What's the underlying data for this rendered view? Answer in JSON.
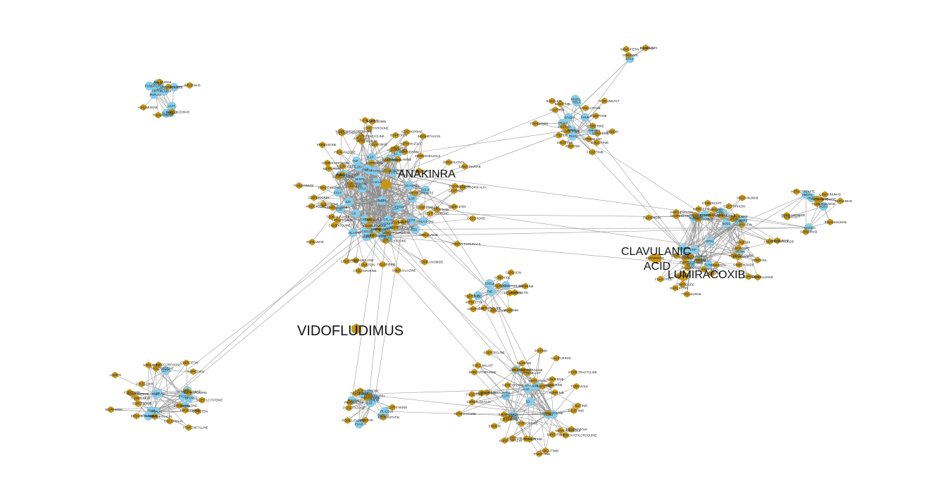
{
  "colors": {
    "gene": "#87ceeb",
    "drug": "#c9960f",
    "edge": "#8a8a8a"
  },
  "highlighted_drugs": [
    {
      "id": "anakinra",
      "label": "ANAKINRA"
    },
    {
      "id": "vidofludimus",
      "label": "VIDOFLUDIMUS"
    },
    {
      "id": "clavulanic",
      "label": "CLAVULANIC\nACID"
    },
    {
      "id": "lumiracoxib",
      "label": "LUMIRACOXIB"
    }
  ],
  "genes": [
    {
      "id": "CEPT1",
      "label": "CEPT1"
    },
    {
      "id": "PLB1",
      "label": "PLB1"
    },
    {
      "id": "GPCPD1",
      "label": "GPCPD1"
    },
    {
      "id": "PNPLA7",
      "label": "PNPLA7"
    },
    {
      "id": "LYPLA1",
      "label": "LYPLA1"
    },
    {
      "id": "LYPLA2",
      "label": "LYPLA2"
    },
    {
      "id": "PLA2G6",
      "label": "PLA2G6"
    },
    {
      "id": "PNPLA8",
      "label": "PNPLA8"
    },
    {
      "id": "PLA2G4",
      "label": "PLA2G4"
    },
    {
      "id": "PLA2G15",
      "label": "PLA2G15"
    },
    {
      "id": "LCAT",
      "label": "LCAT"
    },
    {
      "id": "ANAKINRA",
      "label": "ANAKINRA"
    },
    {
      "id": "IL1B",
      "label": "IL1B"
    },
    {
      "id": "IL1R1",
      "label": "IL1R1"
    },
    {
      "id": "IL1R2",
      "label": "IL1R2"
    },
    {
      "id": "IL6",
      "label": "IL6"
    },
    {
      "id": "IL6R",
      "label": "IL6R"
    },
    {
      "id": "IL10",
      "label": "IL10"
    },
    {
      "id": "IL2",
      "label": "IL2"
    },
    {
      "id": "IL4",
      "label": "IL4"
    },
    {
      "id": "IL17A",
      "label": "IL17A"
    },
    {
      "id": "IL17F",
      "label": "IL17F"
    },
    {
      "id": "IL23A",
      "label": "IL23A"
    },
    {
      "id": "IL18",
      "label": "IL18"
    },
    {
      "id": "TNF",
      "label": "TNF"
    },
    {
      "id": "CXCL8",
      "label": "CXCL8"
    },
    {
      "id": "CCL2",
      "label": "CCL2"
    },
    {
      "id": "CCL5",
      "label": "CCL5"
    },
    {
      "id": "CXCL10",
      "label": "CXCL10"
    },
    {
      "id": "CXCL12",
      "label": "CXCL12"
    },
    {
      "id": "CXCR4",
      "label": "CXCR4"
    },
    {
      "id": "CCR2",
      "label": "CCR2"
    },
    {
      "id": "CCL3",
      "label": "CCL3"
    },
    {
      "id": "CCL4",
      "label": "CCL4"
    },
    {
      "id": "STAT3",
      "label": "STAT3"
    },
    {
      "id": "JUN",
      "label": "JUN"
    },
    {
      "id": "FOS",
      "label": "FOS"
    },
    {
      "id": "CASP1",
      "label": "CASP1"
    },
    {
      "id": "NLRP3",
      "label": "NLRP3"
    },
    {
      "id": "PTGS2",
      "label": "PTGS2"
    },
    {
      "id": "CD4",
      "label": "CD4"
    },
    {
      "id": "CD8A",
      "label": "CD8A"
    },
    {
      "id": "PTPRC",
      "label": "PTPRC"
    },
    {
      "id": "LCK",
      "label": "LCK"
    },
    {
      "id": "HLA-DRB1",
      "label": "HLA-DRB1"
    },
    {
      "id": "HLA-DQA1",
      "label": "HLA-DQA1"
    },
    {
      "id": "HLA-DRA",
      "label": "HLA-DRA"
    },
    {
      "id": "CTLA4",
      "label": "CTLA4"
    },
    {
      "id": "IFNG",
      "label": "IFNG"
    },
    {
      "id": "CD28",
      "label": "CD28"
    },
    {
      "id": "PDCD1",
      "label": "PDCD1"
    },
    {
      "id": "MAPK1",
      "label": "MAPK1"
    },
    {
      "id": "NFKB1",
      "label": "NFKB1"
    },
    {
      "id": "RELA",
      "label": "RELA"
    },
    {
      "id": "IKBKB",
      "label": "IKBKB"
    },
    {
      "id": "CHUK",
      "label": "CHUK"
    },
    {
      "id": "NFKBIA",
      "label": "NFKBIA"
    },
    {
      "id": "TRAF6",
      "label": "TRAF6"
    },
    {
      "id": "TRAF2",
      "label": "TRAF2"
    },
    {
      "id": "TNFAIP3",
      "label": "TNFAIP3"
    },
    {
      "id": "TNFRSF1A",
      "label": "TNFRSF1A"
    },
    {
      "id": "VCAM1",
      "label": "VCAM1"
    },
    {
      "id": "ICAM1",
      "label": "ICAM1"
    },
    {
      "id": "SELE",
      "label": "SELE"
    },
    {
      "id": "MMP9",
      "label": "MMP9"
    },
    {
      "id": "LTA",
      "label": "LTA"
    },
    {
      "id": "LTB",
      "label": "LTB"
    },
    {
      "id": "CD40",
      "label": "CD40"
    },
    {
      "id": "CD40LG",
      "label": "CD40LG"
    },
    {
      "id": "TLR4",
      "label": "TLR4"
    },
    {
      "id": "MYD88",
      "label": "MYD88"
    },
    {
      "id": "CRP",
      "label": "CRP"
    },
    {
      "id": "SOD1",
      "label": "SOD1"
    },
    {
      "id": "SOD2",
      "label": "SOD2"
    },
    {
      "id": "CAT",
      "label": "CAT"
    },
    {
      "id": "GPX1",
      "label": "GPX1"
    },
    {
      "id": "NQO1",
      "label": "NQO1"
    },
    {
      "id": "HMOX1",
      "label": "HMOX1"
    },
    {
      "id": "AKT1",
      "label": "AKT1"
    },
    {
      "id": "DHODH",
      "label": "DHODH"
    },
    {
      "id": "PTGS1",
      "label": "PTGS1"
    },
    {
      "id": "ALOX5",
      "label": "ALOX5"
    },
    {
      "id": "PPARG",
      "label": "PPARG"
    },
    {
      "id": "TSHR",
      "label": "TSHR"
    },
    {
      "id": "TPO",
      "label": "TPO"
    }
  ],
  "drugs": [
    {
      "id": "d1",
      "label": "BELIMUMAB"
    },
    {
      "id": "d2",
      "label": "TOCILIZUMAB"
    },
    {
      "id": "d3",
      "label": "INFLIXIMAB"
    },
    {
      "id": "d4",
      "label": "ADALIMUMAB"
    },
    {
      "id": "d5",
      "label": "ETANERCEPT"
    },
    {
      "id": "d6",
      "label": "CERTOLIZUMAB"
    },
    {
      "id": "d7",
      "label": "GOLIMUMAB"
    },
    {
      "id": "d8",
      "label": "RITUXIMAB"
    },
    {
      "id": "d9",
      "label": "ABATACEPT"
    },
    {
      "id": "d10",
      "label": "SECUKINUMAB"
    },
    {
      "id": "d11",
      "label": "IXEKIZUMAB"
    },
    {
      "id": "d12",
      "label": "BRODALUMAB"
    },
    {
      "id": "d13",
      "label": "USTEKINUMAB"
    },
    {
      "id": "d14",
      "label": "GUSELKUMAB"
    },
    {
      "id": "d15",
      "label": "TILDRAKIZUMAB"
    },
    {
      "id": "d16",
      "label": "RISANKIZUMAB"
    },
    {
      "id": "d17",
      "label": "CANAKINUMAB"
    },
    {
      "id": "d18",
      "label": "RILONACEPT"
    },
    {
      "id": "d19",
      "label": "SARILUMAB"
    },
    {
      "id": "d20",
      "label": "SILTUXIMAB"
    },
    {
      "id": "d21",
      "label": "DUPILUMAB"
    },
    {
      "id": "d22",
      "label": "METHOTREXATE"
    },
    {
      "id": "d23",
      "label": "LEFLUNOMIDE"
    },
    {
      "id": "d24",
      "label": "TERIFLUNOMIDE"
    },
    {
      "id": "d25",
      "label": "CYCLOSPORINE"
    },
    {
      "id": "d26",
      "label": "TACROLIMUS"
    },
    {
      "id": "d27",
      "label": "SIROLIMUS"
    },
    {
      "id": "d28",
      "label": "DEXAMETHASONE"
    },
    {
      "id": "d29",
      "label": "PREDNISOLONE"
    },
    {
      "id": "d30",
      "label": "HYDROCORTISONE"
    },
    {
      "id": "d31",
      "label": "CURCUMIN"
    },
    {
      "id": "d32",
      "label": "RESVERATROL"
    },
    {
      "id": "d33",
      "label": "QUERCETIN"
    },
    {
      "id": "d34",
      "label": "GENISTEIN"
    },
    {
      "id": "d35",
      "label": "BORTEZOMIB"
    },
    {
      "id": "d36",
      "label": "THALIDOMIDE"
    },
    {
      "id": "d37",
      "label": "PENTOXIFYLLINE"
    },
    {
      "id": "d38",
      "label": "SULFASALAZINE"
    },
    {
      "id": "d39",
      "label": "MESALAMINE"
    },
    {
      "id": "d40",
      "label": "CELECOXIB"
    },
    {
      "id": "d41",
      "label": "IBUPROFEN"
    },
    {
      "id": "d42",
      "label": "NAPROXEN"
    },
    {
      "id": "d43",
      "label": "INDOMETHACIN"
    },
    {
      "id": "d44",
      "label": "DICLOFENAC"
    },
    {
      "id": "d45",
      "label": "ASPIRIN"
    },
    {
      "id": "d46",
      "label": "ACETYLCYSTEINE"
    },
    {
      "id": "d47",
      "label": "GLUTATHIONE"
    },
    {
      "id": "d48",
      "label": "TESTOSTERONE"
    },
    {
      "id": "d49",
      "label": "PREDNISONE"
    },
    {
      "id": "d50",
      "label": "LECITHIN"
    },
    {
      "id": "d51",
      "label": "TICLOPIDINE"
    },
    {
      "id": "d52",
      "label": "CLOPIDOGREL"
    },
    {
      "id": "d53",
      "label": "ATORVASTATIN"
    },
    {
      "id": "d54",
      "label": "SIMVASTATIN"
    },
    {
      "id": "d55",
      "label": "PIOGLITAZONE"
    },
    {
      "id": "d56",
      "label": "ROSIGLITAZONE"
    },
    {
      "id": "d57",
      "label": "METFORMIN"
    },
    {
      "id": "d58",
      "label": "ALLOPURINOL"
    },
    {
      "id": "d59",
      "label": "COLCHICINE"
    },
    {
      "id": "d60",
      "label": "AZATHIOPRINE"
    },
    {
      "id": "d61",
      "label": "MERCAPTOPURINE"
    },
    {
      "id": "d62",
      "label": "HYDROXYCHLOROQUINE"
    },
    {
      "id": "d63",
      "label": "CHLOROQUINE"
    },
    {
      "id": "d64",
      "label": "DOXYCYCLINE"
    },
    {
      "id": "d65",
      "label": "MINOCYCLINE"
    },
    {
      "id": "d66",
      "label": "TETRACYCLINE"
    },
    {
      "id": "d67",
      "label": "OXYTETRACYCLINE"
    },
    {
      "id": "d68",
      "label": "CIPROFLOXACIN"
    },
    {
      "id": "d69",
      "label": "LEVOFLOXACIN"
    },
    {
      "id": "d70",
      "label": "METRONIDAZOLE"
    },
    {
      "id": "d71",
      "label": "TINIDAZOLE"
    },
    {
      "id": "d72",
      "label": "PROPYLTHIOURACIL"
    },
    {
      "id": "d73",
      "label": "METHIMAZOLE"
    },
    {
      "id": "d74",
      "label": "THYROTROPIN ALFA"
    },
    {
      "id": "d75",
      "label": "LEVOTHYROXINE"
    },
    {
      "id": "d76",
      "label": "GEFITINIB"
    },
    {
      "id": "d77",
      "label": "ERLOTINIB"
    },
    {
      "id": "d78",
      "label": "IMATINIB"
    },
    {
      "id": "d79",
      "label": "DASATINIB"
    },
    {
      "id": "d80",
      "label": "NILOTINIB"
    },
    {
      "id": "d81",
      "label": "SORAFENIB"
    },
    {
      "id": "d82",
      "label": "SUNITINIB"
    },
    {
      "id": "d83",
      "label": "PAZOPANIB"
    },
    {
      "id": "d84",
      "label": "BARICITINIB"
    },
    {
      "id": "d85",
      "label": "TOFACITINIB"
    },
    {
      "id": "d86",
      "label": "RUXOLITINIB"
    },
    {
      "id": "d87",
      "label": "UPADACITINIB"
    },
    {
      "id": "d88",
      "label": "FILGOTINIB"
    },
    {
      "id": "d89",
      "label": "APREMILAST"
    },
    {
      "id": "d90",
      "label": "ROFLUMILAST"
    },
    {
      "id": "d91",
      "label": "EMODIN"
    },
    {
      "id": "d92",
      "label": "BERBERINE"
    },
    {
      "id": "d93",
      "label": "BAICALEIN"
    },
    {
      "id": "d94",
      "label": "LUTEOLIN"
    },
    {
      "id": "d95",
      "label": "APIGENIN"
    },
    {
      "id": "d96",
      "label": "KAEMPFEROL"
    },
    {
      "id": "d97",
      "label": "MYRICETIN"
    },
    {
      "id": "d98",
      "label": "NARINGENIN"
    },
    {
      "id": "d99",
      "label": "HESPERETIN"
    },
    {
      "id": "d100",
      "label": "WOGONIN"
    },
    {
      "id": "d101",
      "label": "CAPSAICIN"
    },
    {
      "id": "d102",
      "label": "PARTHENOLIDE"
    },
    {
      "id": "d103",
      "label": "TRIPTOLIDE"
    },
    {
      "id": "d104",
      "label": "CELASTROL"
    },
    {
      "id": "d105",
      "label": "ANDROGRAPHOLIDE"
    },
    {
      "id": "d106",
      "label": "MAGNOLOL"
    },
    {
      "id": "d107",
      "label": "HONOKIOL"
    },
    {
      "id": "d108",
      "label": "PIPERINE"
    },
    {
      "id": "d109",
      "label": "GINGEROL"
    },
    {
      "id": "d110",
      "label": "SHIKONIN"
    },
    {
      "id": "d111",
      "label": "PLUMBAGIN"
    },
    {
      "id": "d112",
      "label": "MANGIFERIN"
    },
    {
      "id": "d113",
      "label": "SALIDROSIDE"
    },
    {
      "id": "d114",
      "label": "PAEONIFLORIN"
    },
    {
      "id": "d115",
      "label": "GLYCYRRHIZIN"
    },
    {
      "id": "d116",
      "label": "ASTRAGALOSIDE"
    },
    {
      "id": "d117",
      "label": "GINSENOSIDE"
    },
    {
      "id": "d118",
      "label": "ICARIIN"
    },
    {
      "id": "d119",
      "label": "SINOMENINE"
    },
    {
      "id": "d120",
      "label": "MATRINE"
    }
  ]
}
